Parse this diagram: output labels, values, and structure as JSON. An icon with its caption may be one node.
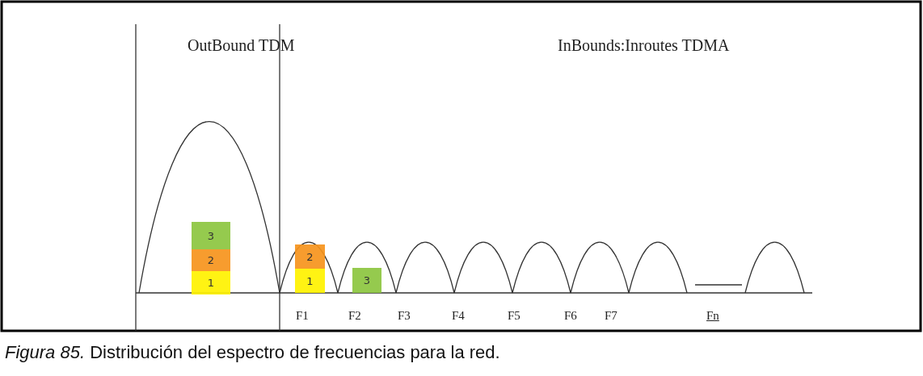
{
  "diagram": {
    "caption": "*Figura 85.* Distribución del espectro de frecuencias para la red.",
    "nodes": [
      {
        "text": [
          "3"
        ]
      },
      {
        "text": [
          "2"
        ]
      },
      {
        "text": [
          "1"
        ]
      },
      {
        "text": [
          "2"
        ]
      },
      {
        "text": [
          "1"
        ]
      },
      {
        "text": [
          "3"
        ]
      }
    ],
    "labels": [
      "OutBound TDM",
      "InBounds:Inroutes TDMA",
      "F1",
      "F2",
      "F3",
      "F4",
      "F5",
      "F6",
      "F7",
      "Fn"
    ]
  }
}
